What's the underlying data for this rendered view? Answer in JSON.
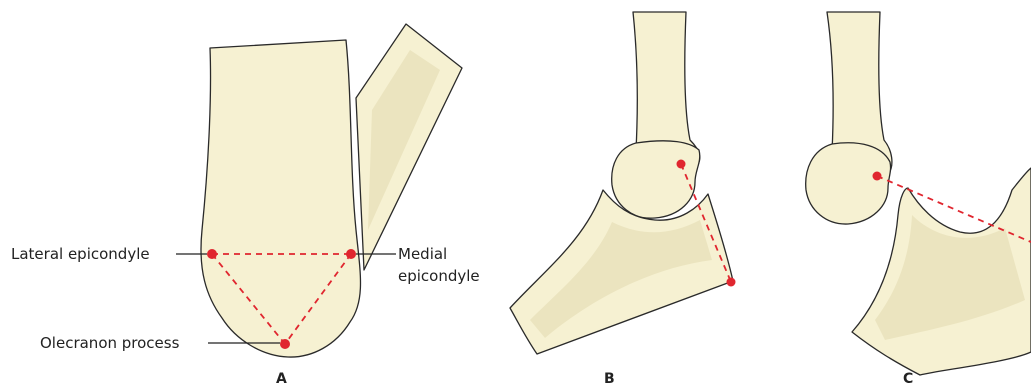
{
  "labels": {
    "lateral_epicondyle": "Lateral epicondyle",
    "medial_epicondyle_line1": "Medial",
    "medial_epicondyle_line2": "epicondyle",
    "olecranon_process": "Olecranon process"
  },
  "panels": {
    "a": "A",
    "b": "B",
    "c": "C"
  },
  "colors": {
    "bone_fill": "#f6f1d2",
    "bone_outline": "#2a2a2a",
    "landmark_red": "#e0262f",
    "text": "#222222"
  }
}
